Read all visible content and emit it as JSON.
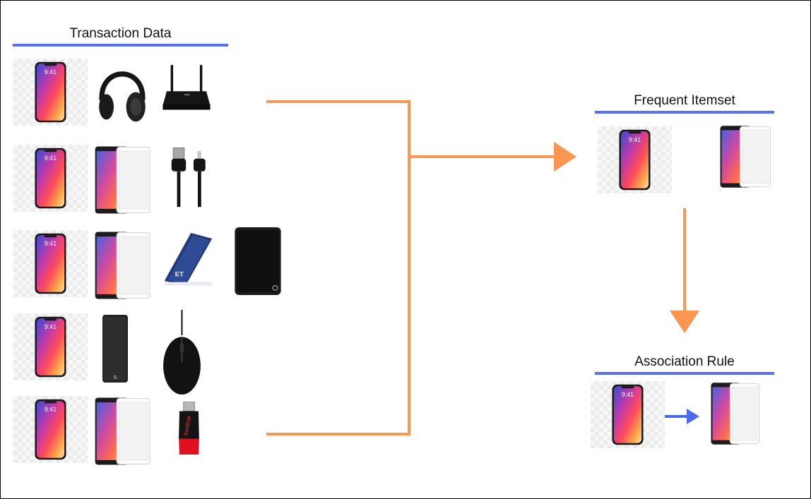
{
  "labels": {
    "transaction": "Transaction Data",
    "frequent": "Frequent Itemset",
    "rule": "Association Rule"
  },
  "colors": {
    "accent_line": "#5870f0",
    "flow_arrow": "#fa9650",
    "rule_arrow": "#4a6af0"
  },
  "transactions": [
    [
      "iphone",
      "headphones",
      "router"
    ],
    [
      "iphone",
      "redmi-phone",
      "usb-cable"
    ],
    [
      "iphone",
      "redmi-phone",
      "phone-case",
      "external-hdd"
    ],
    [
      "iphone",
      "power-bank",
      "mouse"
    ],
    [
      "iphone",
      "redmi-phone",
      "usb-drive"
    ]
  ],
  "frequent_itemset": [
    "iphone",
    "redmi-phone"
  ],
  "association_rule": {
    "antecedent": "iphone",
    "consequent": "redmi-phone"
  },
  "iphone_screen_text": "9:41",
  "usb_drive_brand": "SanDisk"
}
